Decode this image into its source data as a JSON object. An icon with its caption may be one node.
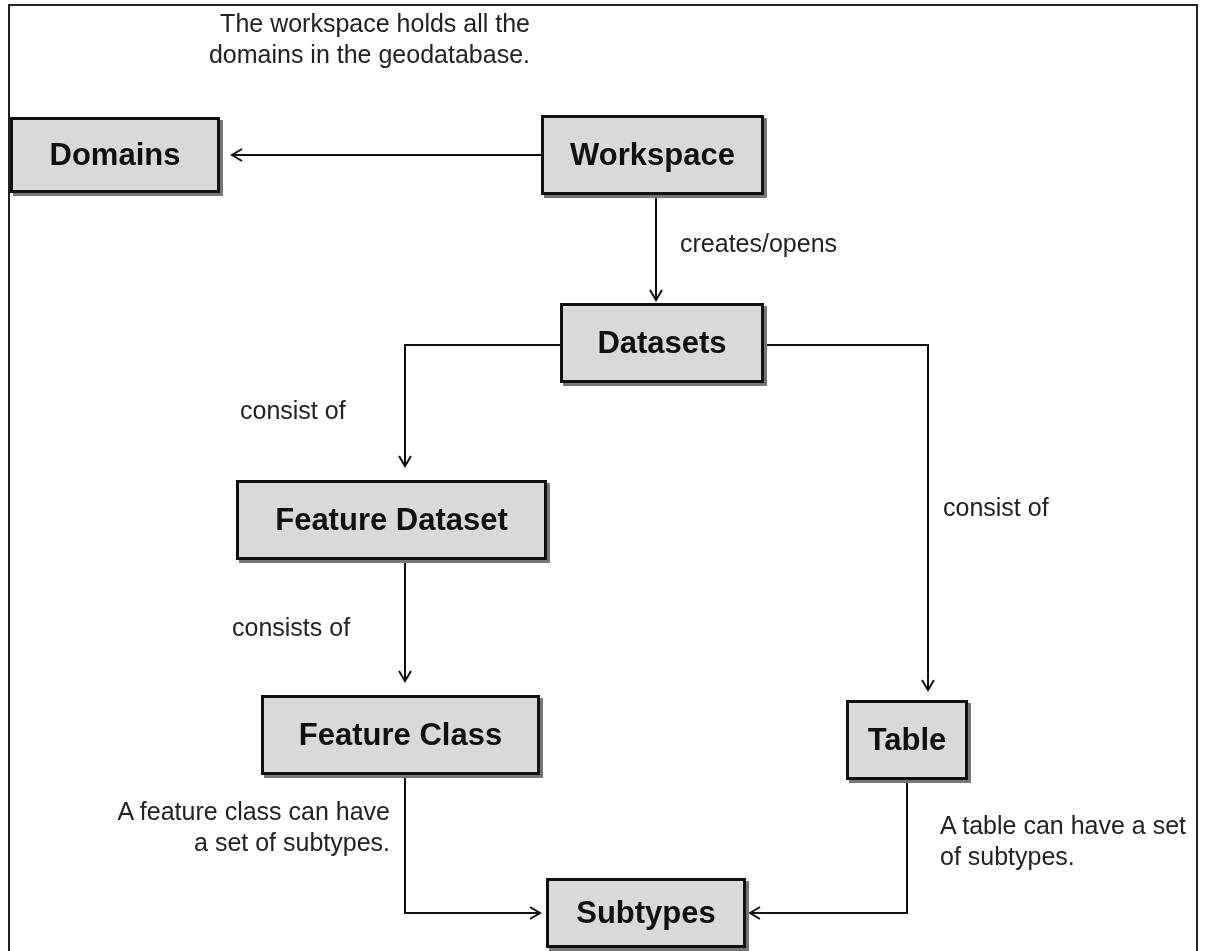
{
  "diagram": {
    "nodes": [
      {
        "text": [
          "Domains"
        ]
      },
      {
        "text": [
          "Workspace"
        ]
      },
      {
        "text": [
          "Datasets"
        ]
      },
      {
        "text": [
          "Feature Dataset"
        ]
      },
      {
        "text": [
          "Feature Class"
        ]
      },
      {
        "text": [
          "Table"
        ]
      },
      {
        "text": [
          "Subtypes"
        ]
      }
    ],
    "edges": [
      {
        "from": 1,
        "to": 0,
        "arrow": "to",
        "label": "The workspace holds all the domains in the geodatabase."
      },
      {
        "from": 1,
        "to": 2,
        "arrow": "to",
        "label": "creates/opens"
      },
      {
        "from": 2,
        "to": 3,
        "arrow": "to",
        "label": "consist of"
      },
      {
        "from": 2,
        "to": 5,
        "arrow": "to",
        "label": "consist of"
      },
      {
        "from": 3,
        "to": 4,
        "arrow": "to",
        "label": "consists of"
      },
      {
        "from": 4,
        "to": 6,
        "arrow": "to",
        "label": "A feature class can have a set of subtypes."
      },
      {
        "from": 5,
        "to": 6,
        "arrow": "to",
        "label": "A table can have a set of subtypes."
      }
    ]
  }
}
